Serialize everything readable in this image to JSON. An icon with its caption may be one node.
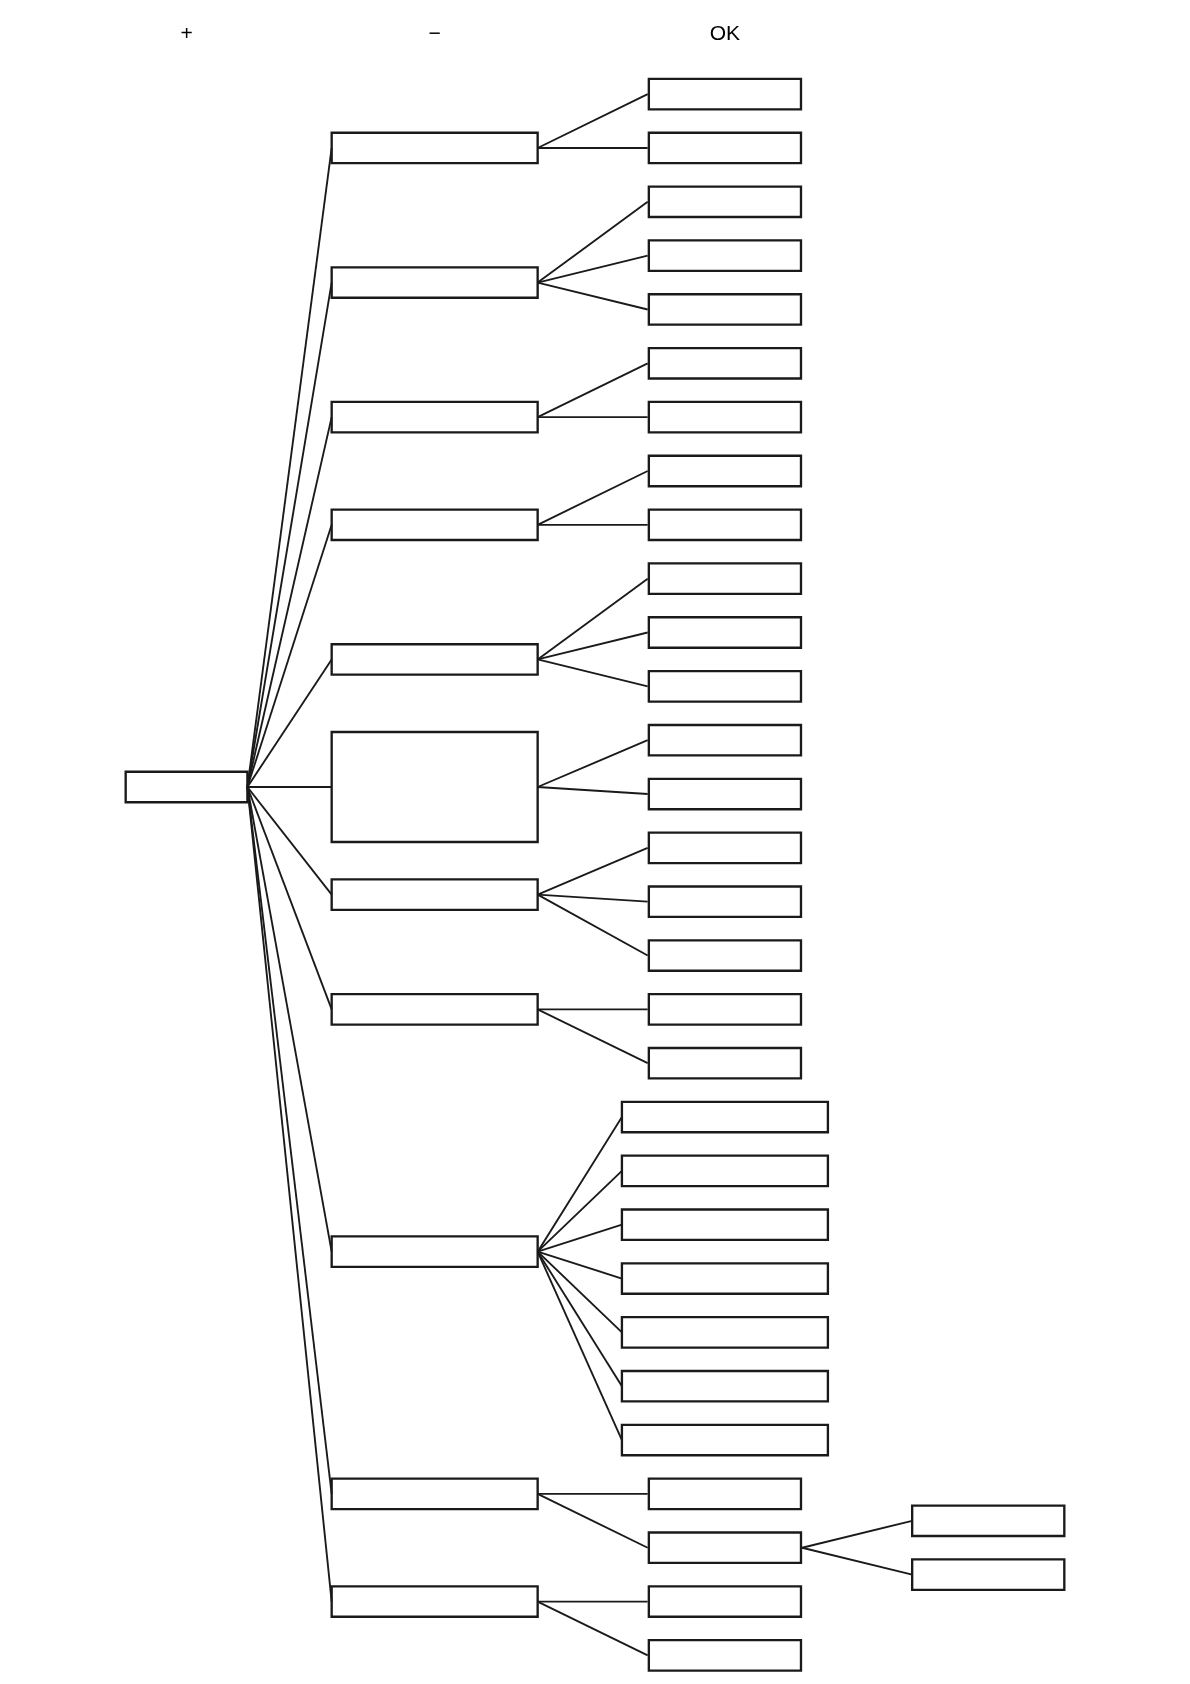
{
  "diagram": {
    "nodes": [
      {
        "text": [],
        "shape": "box"
      },
      {
        "text": [],
        "shape": "box"
      },
      {
        "text": [],
        "shape": "box"
      },
      {
        "text": [],
        "shape": "box"
      },
      {
        "text": [],
        "shape": "box"
      },
      {
        "text": [],
        "shape": "box"
      },
      {
        "text": [],
        "shape": "box"
      },
      {
        "text": [],
        "shape": "box"
      },
      {
        "text": [],
        "shape": "box"
      },
      {
        "text": [],
        "shape": "box"
      },
      {
        "text": [],
        "shape": "box"
      },
      {
        "text": [],
        "shape": "box"
      },
      {
        "text": [],
        "shape": "box"
      },
      {
        "text": [],
        "shape": "box"
      },
      {
        "text": [],
        "shape": "box"
      },
      {
        "text": [],
        "shape": "box"
      },
      {
        "text": [],
        "shape": "box"
      },
      {
        "text": [],
        "shape": "box"
      },
      {
        "text": [],
        "shape": "box"
      },
      {
        "text": [],
        "shape": "box"
      },
      {
        "text": [],
        "shape": "box"
      },
      {
        "text": [],
        "shape": "box"
      },
      {
        "text": [],
        "shape": "box"
      },
      {
        "text": [],
        "shape": "box"
      },
      {
        "text": [],
        "shape": "box"
      },
      {
        "text": [],
        "shape": "box"
      },
      {
        "text": [],
        "shape": "box"
      },
      {
        "text": [],
        "shape": "box"
      },
      {
        "text": [],
        "shape": "box"
      },
      {
        "text": [],
        "shape": "box"
      },
      {
        "text": [],
        "shape": "box"
      },
      {
        "text": [],
        "shape": "box"
      },
      {
        "text": [],
        "shape": "box"
      },
      {
        "text": [],
        "shape": "box"
      },
      {
        "text": [],
        "shape": "box"
      },
      {
        "text": [],
        "shape": "box"
      },
      {
        "text": [],
        "shape": "box"
      },
      {
        "text": [],
        "shape": "box"
      },
      {
        "text": [],
        "shape": "box"
      },
      {
        "text": [],
        "shape": "box"
      },
      {
        "text": [],
        "shape": "box"
      },
      {
        "text": [],
        "shape": "box"
      },
      {
        "text": [],
        "shape": "box"
      },
      {
        "text": [],
        "shape": "box"
      }
    ],
    "edges": [
      {
        "from": 0,
        "to": 1,
        "arrow": "none"
      },
      {
        "from": 1,
        "to": 2,
        "arrow": "none"
      },
      {
        "from": 1,
        "to": 3,
        "arrow": "none"
      },
      {
        "from": 0,
        "to": 4,
        "arrow": "none"
      },
      {
        "from": 4,
        "to": 5,
        "arrow": "none"
      },
      {
        "from": 4,
        "to": 6,
        "arrow": "none"
      },
      {
        "from": 4,
        "to": 7,
        "arrow": "none"
      },
      {
        "from": 0,
        "to": 8,
        "arrow": "none"
      },
      {
        "from": 8,
        "to": 9,
        "arrow": "none"
      },
      {
        "from": 8,
        "to": 10,
        "arrow": "none"
      },
      {
        "from": 0,
        "to": 11,
        "arrow": "none"
      },
      {
        "from": 11,
        "to": 12,
        "arrow": "none"
      },
      {
        "from": 11,
        "to": 13,
        "arrow": "none"
      },
      {
        "from": 0,
        "to": 14,
        "arrow": "none"
      },
      {
        "from": 14,
        "to": 15,
        "arrow": "none"
      },
      {
        "from": 14,
        "to": 16,
        "arrow": "none"
      },
      {
        "from": 14,
        "to": 17,
        "arrow": "none"
      },
      {
        "from": 0,
        "to": 18,
        "arrow": "none"
      },
      {
        "from": 18,
        "to": 19,
        "arrow": "none"
      },
      {
        "from": 18,
        "to": 20,
        "arrow": "none"
      },
      {
        "from": 0,
        "to": 21,
        "arrow": "none"
      },
      {
        "from": 21,
        "to": 22,
        "arrow": "none"
      },
      {
        "from": 21,
        "to": 23,
        "arrow": "none"
      },
      {
        "from": 21,
        "to": 24,
        "arrow": "none"
      },
      {
        "from": 0,
        "to": 25,
        "arrow": "none"
      },
      {
        "from": 25,
        "to": 26,
        "arrow": "none"
      },
      {
        "from": 25,
        "to": 27,
        "arrow": "none"
      },
      {
        "from": 0,
        "to": 28,
        "arrow": "none"
      },
      {
        "from": 28,
        "to": 29,
        "arrow": "none"
      },
      {
        "from": 28,
        "to": 30,
        "arrow": "none"
      },
      {
        "from": 28,
        "to": 31,
        "arrow": "none"
      },
      {
        "from": 28,
        "to": 32,
        "arrow": "none"
      },
      {
        "from": 28,
        "to": 33,
        "arrow": "none"
      },
      {
        "from": 28,
        "to": 34,
        "arrow": "none"
      },
      {
        "from": 28,
        "to": 35,
        "arrow": "none"
      },
      {
        "from": 0,
        "to": 36,
        "arrow": "none"
      },
      {
        "from": 36,
        "to": 37,
        "arrow": "none"
      },
      {
        "from": 36,
        "to": 38,
        "arrow": "none"
      },
      {
        "from": 38,
        "to": 39,
        "arrow": "none"
      },
      {
        "from": 38,
        "to": 40,
        "arrow": "none"
      },
      {
        "from": 0,
        "to": 41,
        "arrow": "none"
      },
      {
        "from": 41,
        "to": 42,
        "arrow": "none"
      },
      {
        "from": 41,
        "to": 43,
        "arrow": "none"
      }
    ],
    "labels": [
      "+",
      "−",
      "OK"
    ]
  }
}
